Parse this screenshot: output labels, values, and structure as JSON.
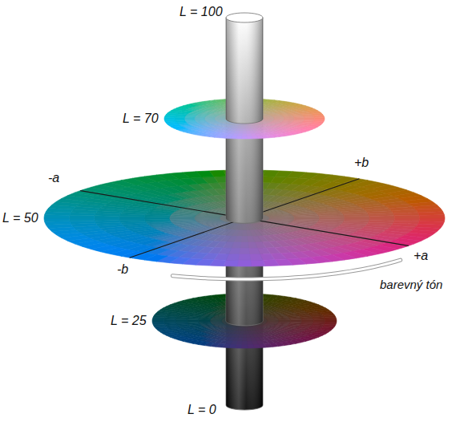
{
  "diagram": {
    "labels": [
      "L = 100",
      "L = 70",
      "+b",
      "-a",
      "L = 50",
      "+a",
      "-b",
      "barevný tón",
      "L = 25",
      "L = 0"
    ]
  }
}
